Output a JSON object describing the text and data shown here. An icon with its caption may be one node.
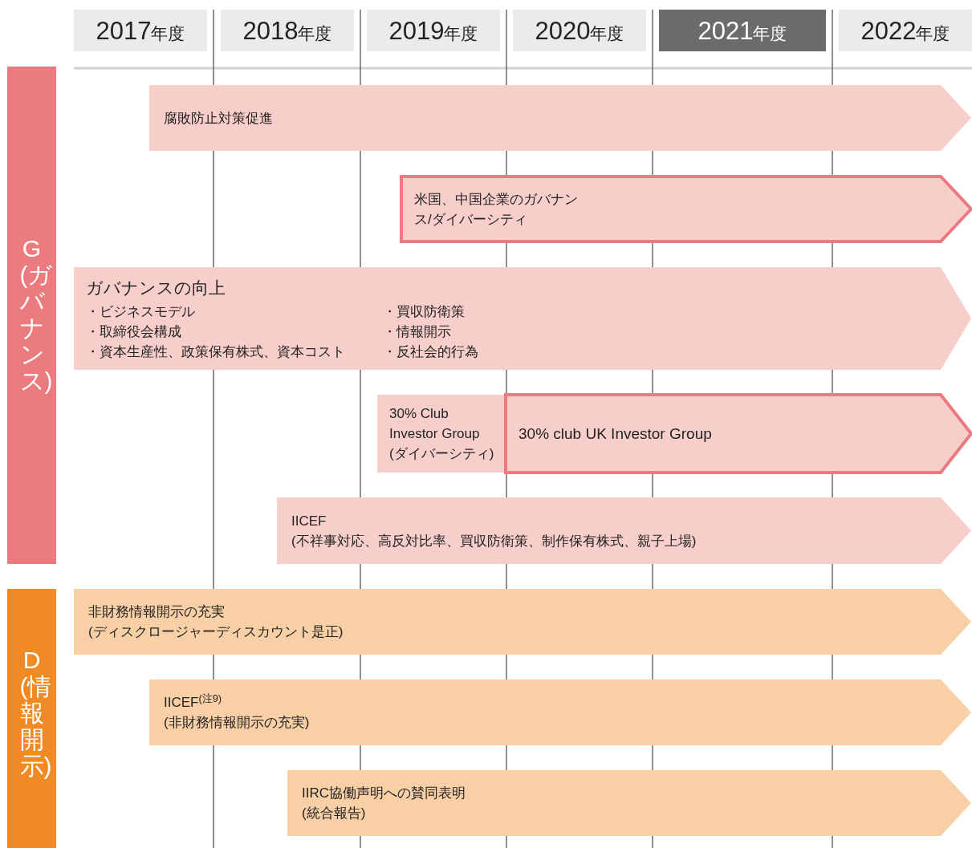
{
  "diagram": {
    "nodes": [
      {
        "text": [
          "2017年度"
        ]
      },
      {
        "text": [
          "2018年度"
        ]
      },
      {
        "text": [
          "2019年度"
        ]
      },
      {
        "text": [
          "2020年度"
        ]
      },
      {
        "text": [
          "2021年度"
        ]
      },
      {
        "text": [
          "2022年度"
        ]
      },
      {
        "text": [
          "G(ガバナンス)"
        ]
      },
      {
        "text": [
          "D(情報開示)"
        ]
      },
      {
        "text": [
          "腐敗防止対策促進"
        ]
      },
      {
        "text": [
          "米国、中国企業のガバナンス/ダイバーシティ"
        ]
      },
      {
        "text": [
          "ガバナンスの向上",
          "・ビジネスモデル",
          "・取締役会構成",
          "・資本生産性、政策保有株式、資本コスト",
          "・買収防衛策",
          "・情報開示",
          "・反社会的行為"
        ]
      },
      {
        "text": [
          "30% Club Investor Group (ダイバーシティ)"
        ]
      },
      {
        "text": [
          "30% club UK Investor Group"
        ]
      },
      {
        "text": [
          "IICEF",
          "(不祥事対応、高反対比率、買収防衛策、制作保有株式、親子上場)"
        ]
      },
      {
        "text": [
          "非財務情報開示の充実",
          "(ディスクロージャーディスカウント是正)"
        ]
      },
      {
        "text": [
          "IICEF$^{(注9)}$",
          "(非財務情報開示の充実)"
        ]
      },
      {
        "text": [
          "IIRC協働声明への賛同表明",
          "(統合報告)"
        ]
      }
    ],
    "edges": []
  }
}
